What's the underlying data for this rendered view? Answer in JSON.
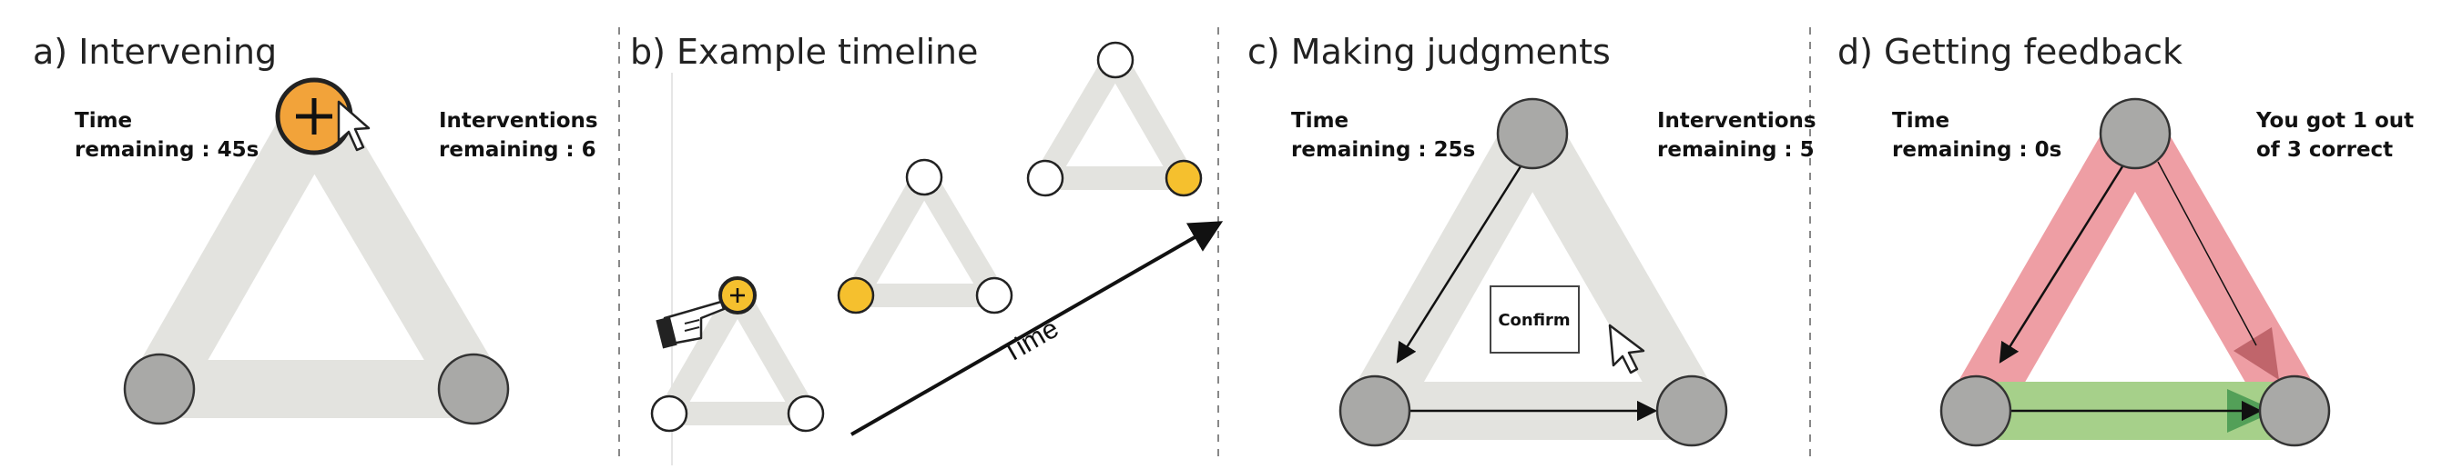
{
  "panels": {
    "a": {
      "title": "a) Intervening",
      "time_line1": "Time",
      "time_line2": "remaining : 45s",
      "interv_line1": "Interventions",
      "interv_line2": "remaining : 6"
    },
    "b": {
      "title": "b) Example timeline",
      "time_label": "Time"
    },
    "c": {
      "title": "c) Making judgments",
      "time_line1": "Time",
      "time_line2": "remaining : 25s",
      "interv_line1": "Interventions",
      "interv_line2": "remaining : 5",
      "confirm_label": "Confirm"
    },
    "d": {
      "title": "d) Getting feedback",
      "time_line1": "Time",
      "time_line2": "remaining : 0s",
      "feedback_line1": "You got 1 out",
      "feedback_line2": "of 3 correct"
    }
  },
  "colors": {
    "edge_band": "#e3e3df",
    "node_gray": "#a9a9a7",
    "intervene_orange": "#f2a33a",
    "active_yellow": "#f5c02e",
    "wrong_red": "#ee9ea4",
    "correct_green": "#a6d08a"
  },
  "icons": [
    "plus-icon",
    "cursor-icon",
    "hand-pointer-icon",
    "arrow-icon"
  ]
}
